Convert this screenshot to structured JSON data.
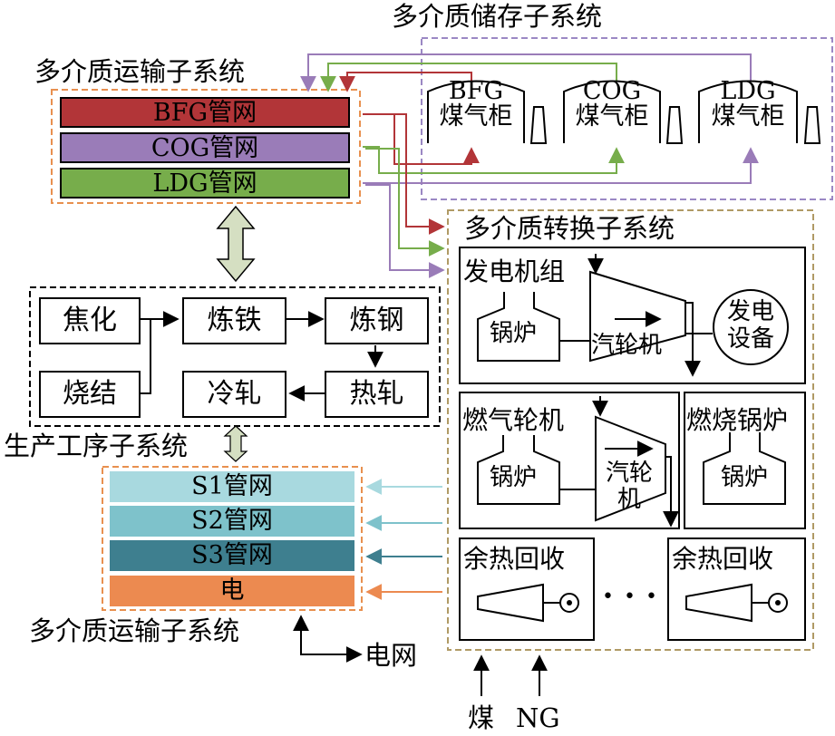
{
  "storage": {
    "title": "多介质储存子系统",
    "tanks": [
      {
        "name": "BFG",
        "label": "煤气柜"
      },
      {
        "name": "COG",
        "label": "煤气柜"
      },
      {
        "name": "LDG",
        "label": "煤气柜"
      }
    ]
  },
  "transport_top": {
    "title": "多介质运输子系统",
    "pipes": [
      {
        "label": "BFG管网",
        "color": "#b23538"
      },
      {
        "label": "COG管网",
        "color": "#9a7cb8"
      },
      {
        "label": "LDG管网",
        "color": "#77ad4b"
      }
    ]
  },
  "production": {
    "title": "生产工序子系统",
    "steps": {
      "coking": "焦化",
      "ironmaking": "炼铁",
      "steelmaking": "炼钢",
      "sintering": "烧结",
      "cold_rolling": "冷轧",
      "hot_rolling": "热轧"
    }
  },
  "transport_bottom": {
    "title": "多介质运输子系统",
    "pipes": [
      {
        "label": "S1管网",
        "color": "#a8d9df"
      },
      {
        "label": "S2管网",
        "color": "#7ec2cb"
      },
      {
        "label": "S3管网",
        "color": "#3e7f8f"
      },
      {
        "label": "电",
        "color": "#ec8a50"
      }
    ],
    "grid_label": "电网"
  },
  "conversion": {
    "title": "多介质转换子系统",
    "generator_set": {
      "title": "发电机组",
      "boiler": "锅炉",
      "turbine": "汽轮机",
      "generator": [
        "发电",
        "设备"
      ]
    },
    "gas_turbine": {
      "title": "燃气轮机",
      "boiler": "锅炉",
      "turbine": [
        "汽轮",
        "机"
      ]
    },
    "fired_boiler": {
      "title": "燃烧锅炉",
      "boiler": "锅炉"
    },
    "waste_heat": {
      "title": "余热回收",
      "ellipsis": "• • •"
    }
  },
  "inputs": {
    "coal": "煤",
    "ng": "NG"
  },
  "colors": {
    "bfg": "#b23538",
    "cog": "#9a7cb8",
    "ldg": "#77ad4b",
    "s1": "#a8d9df",
    "s2": "#7ec2cb",
    "s3": "#3e7f8f",
    "elec": "#ec8a50",
    "dash_orange": "#e8904f",
    "dash_purple": "#9b88c4",
    "dash_tan": "#b09a65",
    "arrow_fill": "#d5dfc2"
  }
}
